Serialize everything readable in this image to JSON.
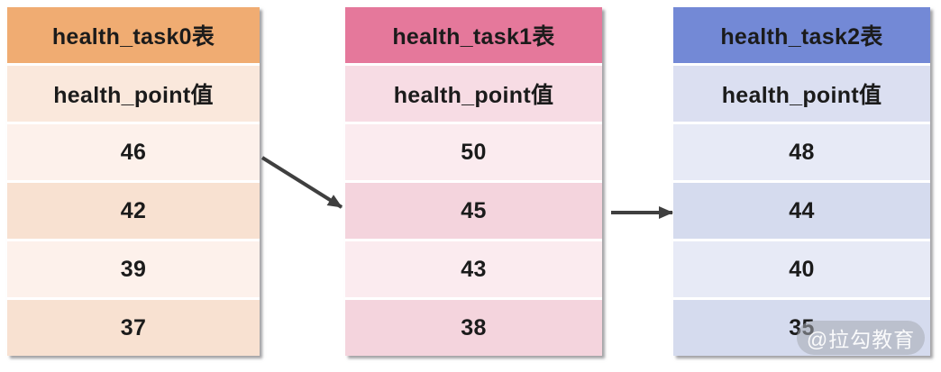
{
  "diagram": {
    "page_bg": "#ffffff",
    "text_color": "#1b1b1b",
    "arrow_color": "#3f3f3f",
    "watermark": {
      "text": "@拉勾教育",
      "bg": "rgba(165,169,179,0.55)",
      "fg": "rgba(255,255,255,0.92)"
    },
    "arrows": [
      {
        "from_table": "health_task0表",
        "to_table": "health_task1表"
      },
      {
        "from_table": "health_task1表",
        "to_table": "health_task2表"
      }
    ]
  },
  "tables": [
    {
      "title": "health_task0表",
      "column_header": "health_point值",
      "values": [
        "46",
        "42",
        "39",
        "37"
      ],
      "colors": {
        "header_bg": "#F0AC72",
        "column_bg": "#FAE8DC",
        "row_light_bg": "#FDF1EB",
        "row_dark_bg": "#F8E1D1"
      }
    },
    {
      "title": "health_task1表",
      "column_header": "health_point值",
      "values": [
        "50",
        "45",
        "43",
        "38"
      ],
      "colors": {
        "header_bg": "#E5789B",
        "column_bg": "#F7DCE4",
        "row_light_bg": "#FBEBEF",
        "row_dark_bg": "#F4D4DD"
      }
    },
    {
      "title": "health_task2表",
      "column_header": "health_point值",
      "values": [
        "48",
        "44",
        "40",
        "35"
      ],
      "colors": {
        "header_bg": "#7389D6",
        "column_bg": "#DBDFF1",
        "row_light_bg": "#E7EAF6",
        "row_dark_bg": "#D5DBEE"
      }
    }
  ]
}
